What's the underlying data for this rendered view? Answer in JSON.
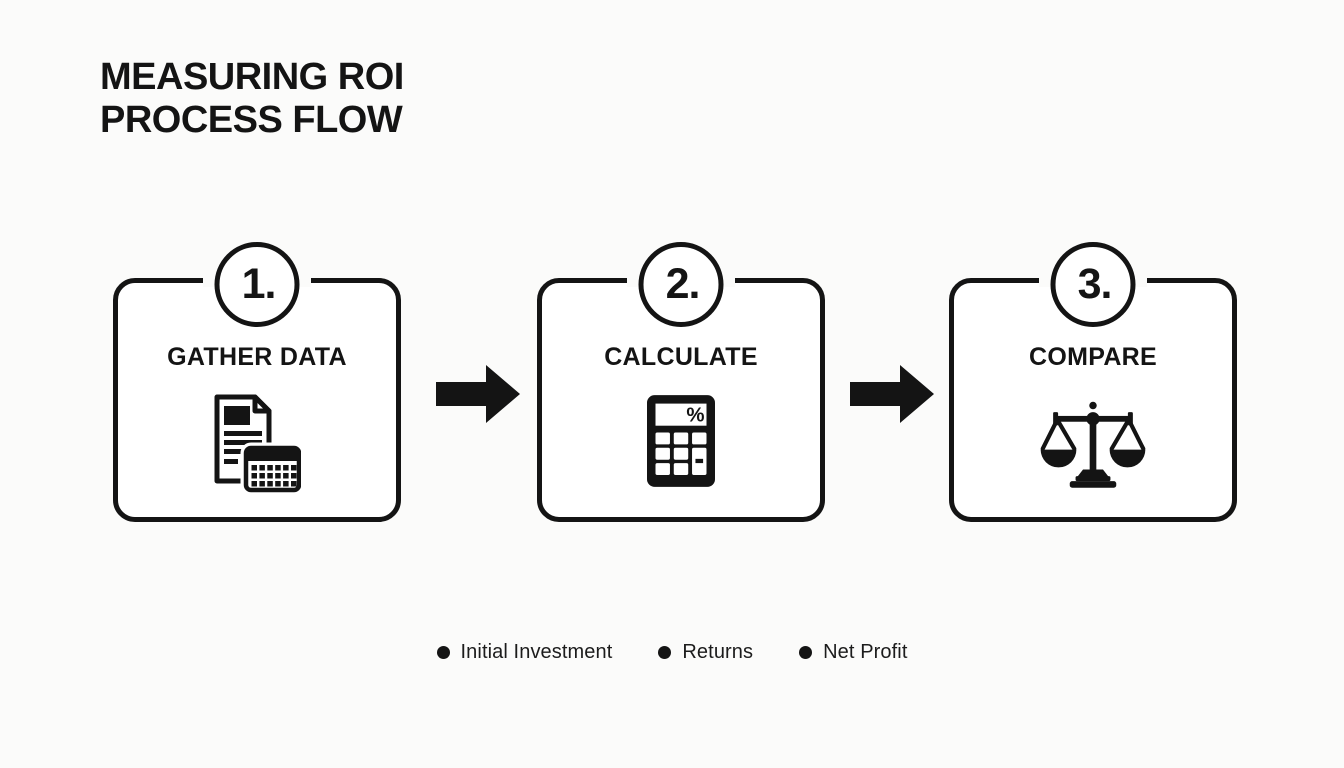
{
  "title": {
    "line1": "MEASURING ROI",
    "line2": "PROCESS FLOW"
  },
  "steps": [
    {
      "number": "1.",
      "label": "GATHER DATA",
      "icon": "document-calendar-icon"
    },
    {
      "number": "2.",
      "label": "CALCULATE",
      "icon": "calculator-icon"
    },
    {
      "number": "3.",
      "label": "COMPARE",
      "icon": "balance-scales-icon"
    }
  ],
  "connectors": [
    {
      "icon": "arrow-right-icon"
    },
    {
      "icon": "arrow-right-icon"
    }
  ],
  "legend": {
    "items": [
      {
        "bullet": "dot",
        "label": "Initial Investment"
      },
      {
        "bullet": "dot",
        "label": "Returns"
      },
      {
        "bullet": "dot",
        "label": "Net Profit"
      }
    ]
  },
  "colors": {
    "ink": "#141414",
    "background": "#fbfbfa",
    "card": "#ffffff"
  }
}
